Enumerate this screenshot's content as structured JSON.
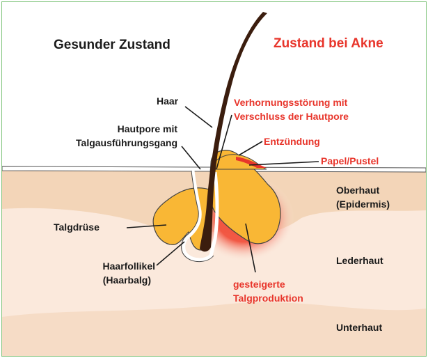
{
  "headings": {
    "healthy": "Gesunder Zustand",
    "acne": "Zustand bei Akne"
  },
  "labels": {
    "haar": "Haar",
    "hautpore_1": "Hautpore mit",
    "hautpore_2": "Talgausführungsgang",
    "talgdruese": "Talgdrüse",
    "haarfollikel_1": "Haarfollikel",
    "haarfollikel_2": "(Haarbalg)",
    "verhornung_1": "Verhornungsstörung mit",
    "verhornung_2": "Verschluss der Hautpore",
    "entzuendung": "Entzündung",
    "papel": "Papel/Pustel",
    "oberhaut_1": "Oberhaut",
    "oberhaut_2": "(Epidermis)",
    "lederhaut": "Lederhaut",
    "talgproduktion_1": "gesteigerte",
    "talgproduktion_2": "Talgproduktion",
    "unterhaut": "Unterhaut"
  },
  "colors": {
    "frame_border": "#7fc47a",
    "skin_upper": "#f3d5b8",
    "skin_dermis": "#fbe9dc",
    "skin_subcutis": "#f6dcc6",
    "sebum": "#f9b735",
    "inflammation": "#f1503c",
    "hair": "#3b1d0e",
    "red_text": "#e8352b",
    "dark_text": "#1a1a1a"
  }
}
